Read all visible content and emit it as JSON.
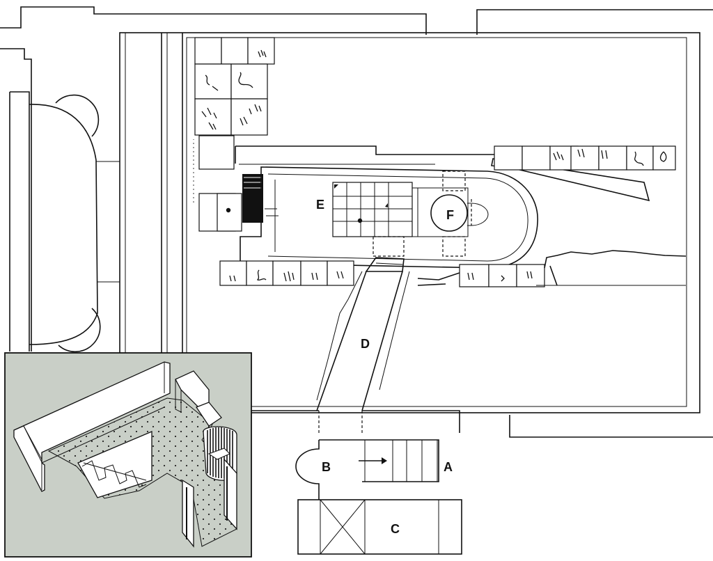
{
  "figure": {
    "labels": {
      "A": "A",
      "B": "B",
      "C": "C",
      "D": "D",
      "E": "E",
      "F": "F"
    },
    "inset": {
      "background": "#c9cfc7"
    }
  }
}
